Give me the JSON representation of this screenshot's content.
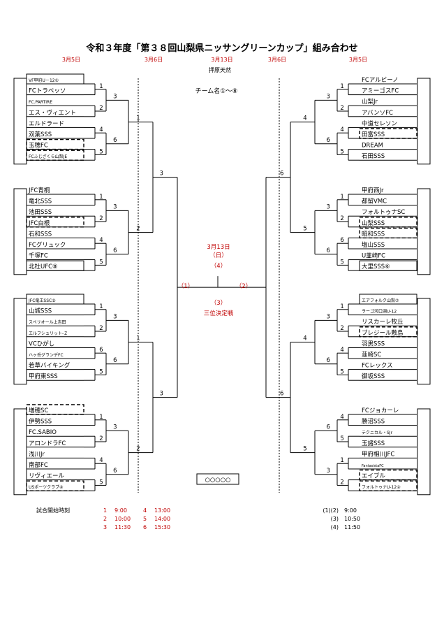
{
  "title": "令和３年度「第３８回山梨県ニッサングリーンカップ」組み合わせ",
  "dates": {
    "left_r1": "3月5日",
    "left_r2": "3月6日",
    "center": "3月13日",
    "right_r2": "3月6日",
    "right_r1": "3月5日"
  },
  "venue": "押原天然",
  "center_note": "チーム名①～⑧",
  "final": {
    "date": "3月13日",
    "day": "（日）",
    "match": "（4）",
    "semi_left": "（1）",
    "semi_right": "（2）",
    "third_match": "（3）",
    "third_label": "三位決定戦",
    "result_box": "○○○○○"
  },
  "left_teams": [
    "VF甲府U－12①",
    "FCトラベッソ",
    "FC.PARTIRE",
    "エス・ヴィエント",
    "エルドラード",
    "双葉SSS",
    "玉穂FC",
    "FCふじざくら山梨JE",
    "JFC青桐",
    "竜北SSS",
    "池田SSS",
    "JFC白根",
    "石和SSS",
    "FCグリュック",
    "千塚FC",
    "北杜UFC⑧",
    "JFC竜王SSC⑤",
    "山城SSS",
    "スペリオール上吉田",
    "エルフシュリット-Ｚ",
    "VCひがし",
    "ハヶ岳グランデFC",
    "若草バイキング",
    "甲府東SSS",
    "増穂SC",
    "伊勢SSS",
    "FC.SABIO",
    "アロンドラFC",
    "浅川Jr",
    "南部FC",
    "リヴィエール",
    "USポーツクラブ④"
  ],
  "right_teams": [
    "FCアルビーノ",
    "アミーゴスFC",
    "山梨Jr",
    "アバンソFC",
    "中道セレソン",
    "田富SSS",
    "DREAM",
    "石田SSS",
    "甲府西Jr",
    "都留VMC",
    "フォルトゥナSC",
    "山梨SSS",
    "昭和SSS",
    "塩山SSS",
    "U韮崎FC",
    "大里SSS⑥",
    "エアフォルク山梨⑦",
    "ラーゴ河口湖U-12",
    "リスカーレ牧丘",
    "ブレジール敷島",
    "羽黒SSS",
    "韮崎SC",
    "FCレックス",
    "御坂SSS",
    "FCジョカーレ",
    "勝沼SSS",
    "テクニカル・SJr",
    "玉諸SSS",
    "甲府相川JFC",
    "FantasistaFC",
    "エイブル",
    "フォルトゥナU-12②"
  ],
  "round_numbers": {
    "r1_left": [
      "1",
      "2",
      "4",
      "5",
      "1",
      "2",
      "4",
      "5",
      "1",
      "2",
      "6",
      "5",
      "1",
      "2",
      "4",
      "5"
    ],
    "r2_left": [
      "3",
      "6",
      "3",
      "6",
      "3",
      "6",
      "3",
      "6"
    ],
    "r3_left": [
      "1",
      "2",
      "1",
      "2"
    ],
    "r4_left": [
      "3",
      "3"
    ],
    "r1_right": [
      "1",
      "2",
      "4",
      "5",
      "1",
      "2",
      "6",
      "5",
      "1",
      "2",
      "4",
      "5",
      "4",
      "5",
      "1",
      "2"
    ],
    "r2_right": [
      "3",
      "6",
      "3",
      "6",
      "3",
      "6",
      "6",
      "3"
    ],
    "r3_right": [
      "4",
      "5",
      "4",
      "5"
    ],
    "r4_right": [
      "6",
      "6"
    ]
  },
  "schedule": {
    "label": "試合開始時刻",
    "left_rows": [
      {
        "n1": "1",
        "t1": "9:00",
        "n2": "4",
        "t2": "13:00"
      },
      {
        "n1": "2",
        "t1": "10:00",
        "n2": "5",
        "t2": "14:00"
      },
      {
        "n1": "3",
        "t1": "11:30",
        "n2": "6",
        "t2": "15:30"
      }
    ],
    "right_rows": [
      {
        "n": "(1)(2)",
        "t": "9:00"
      },
      {
        "n": "(3)",
        "t": "10:50"
      },
      {
        "n": "(4)",
        "t": "11:50"
      }
    ]
  }
}
